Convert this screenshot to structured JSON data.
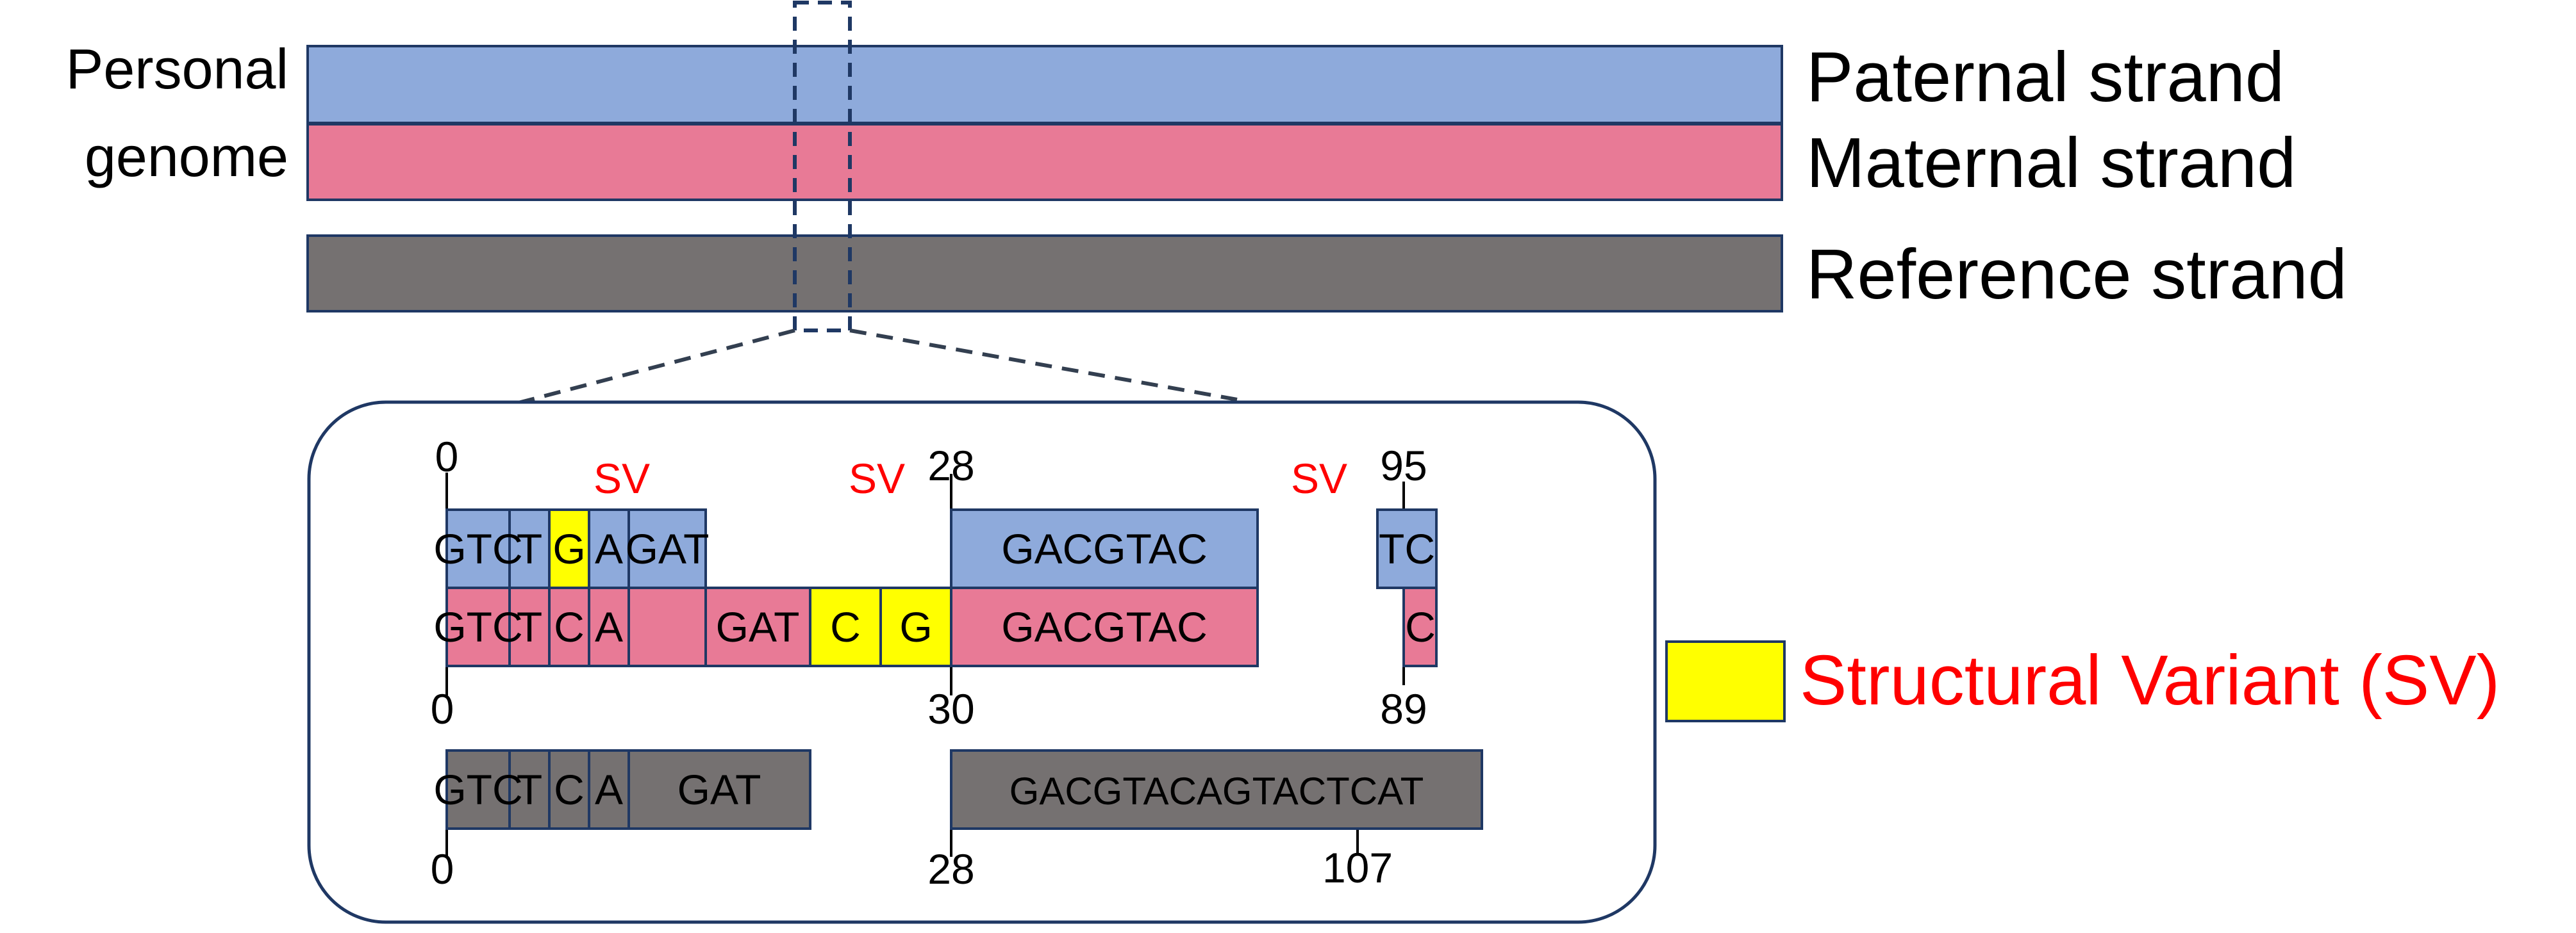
{
  "labels": {
    "personal_line1": "Personal",
    "personal_line2": "genome",
    "paternal": "Paternal strand",
    "maternal": "Maternal strand",
    "reference": "Reference strand",
    "legend": "Structural Variant (SV)",
    "sv": "SV"
  },
  "colors": {
    "paternal": "#8eaadb",
    "maternal": "#e87a96",
    "reference": "#757171",
    "sv": "#ffff00",
    "sv_text": "#ff0000",
    "outline": "#1f3864"
  },
  "positions": {
    "top_start": "0",
    "paternal_mid": "28",
    "paternal_end": "95",
    "maternal_start": "0",
    "maternal_mid": "30",
    "maternal_end": "89",
    "ref_start": "0",
    "ref_mid": "28",
    "ref_end": "107"
  },
  "paternal_seq": {
    "c1": "GTC",
    "c2": "T",
    "c3": "G",
    "c4": "A",
    "c5": "GAT",
    "c6": "GACGTAC",
    "c7": "TC"
  },
  "maternal_seq": {
    "c1": "GTC",
    "c2": "T",
    "c3": "C",
    "c4": "A",
    "c5": "GAT",
    "c6": "C",
    "c7": "G",
    "c8": "GACGTAC",
    "c9": "C"
  },
  "reference_seq": {
    "c1": "GTC",
    "c2": "T",
    "c3": "C",
    "c4": "A",
    "c5": "GAT",
    "c6": "GACGTACAGTACTCAT"
  }
}
